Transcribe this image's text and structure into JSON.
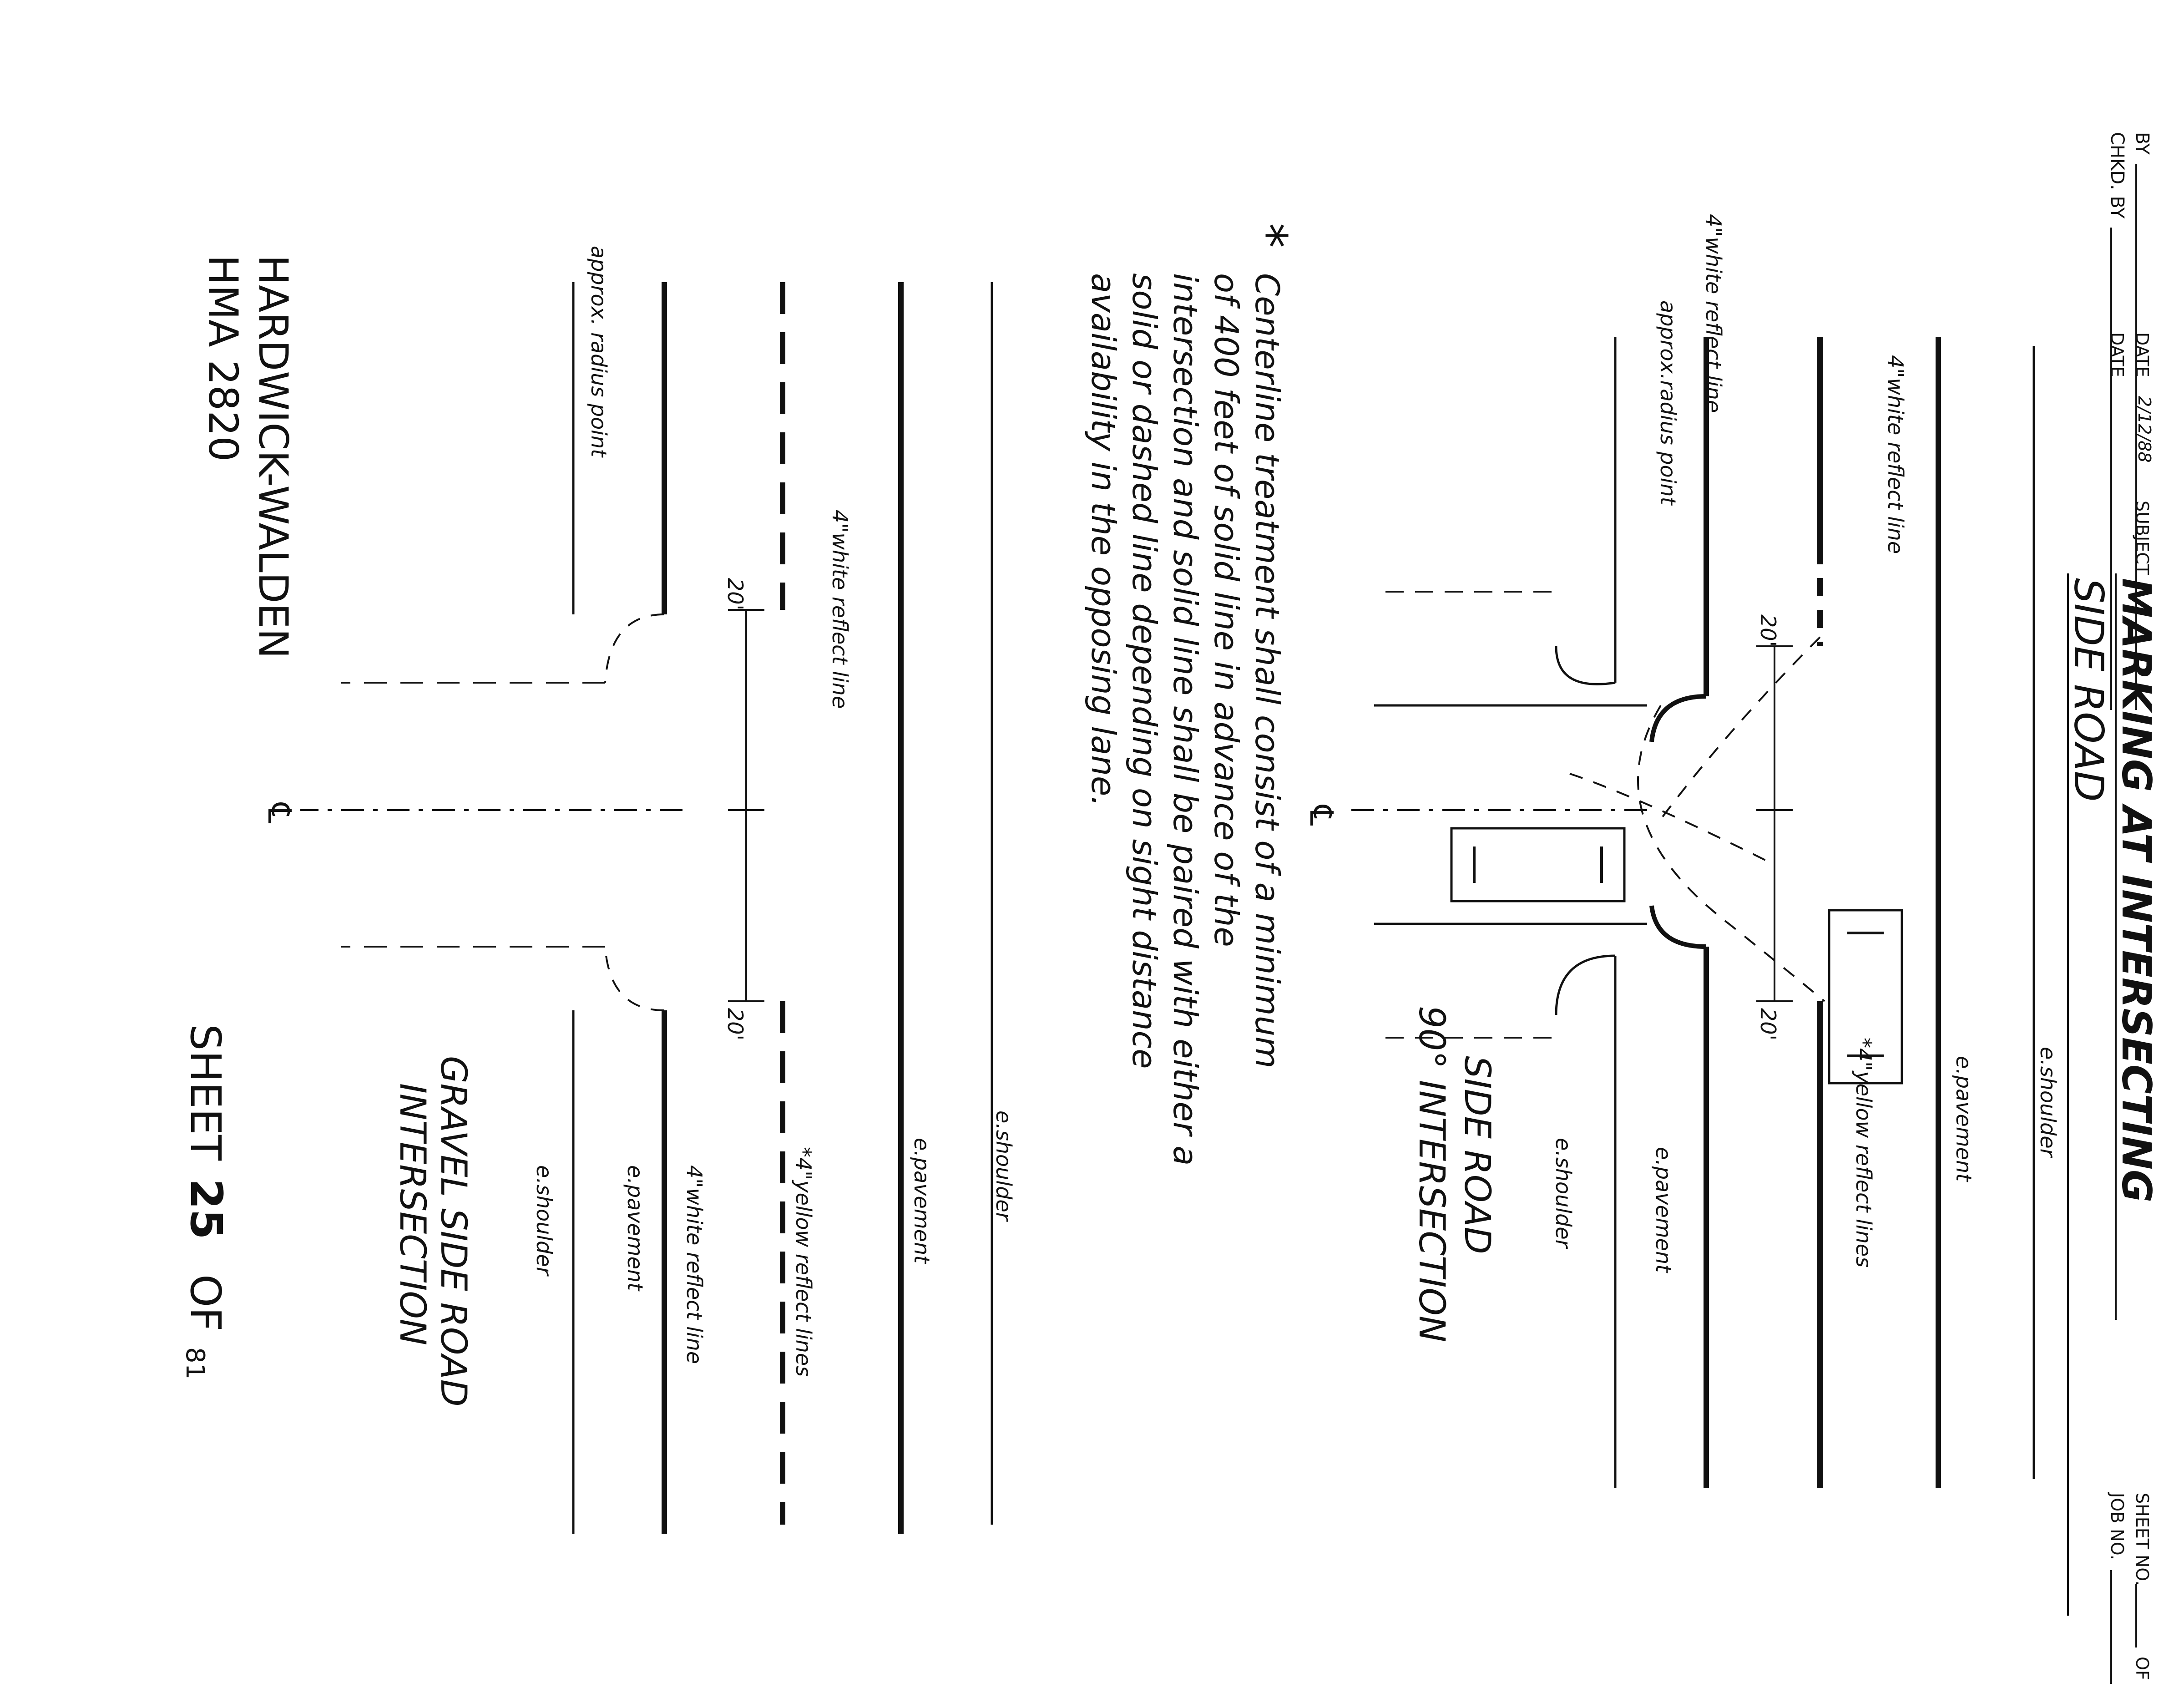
{
  "title_block": {
    "by_label": "BY",
    "chkd_by_label": "CHKD. BY",
    "date_label": "DATE",
    "date_value": "2/12/88",
    "date2_label": "DATE",
    "subject_label": "SUBJECT",
    "subject_line1": "MARKING AT INTERSECTING",
    "subject_line2": "SIDE ROAD",
    "sheet_no_label": "SHEET NO.",
    "of_label": "OF",
    "job_no_label": "JOB NO."
  },
  "upper_diagram": {
    "title_line1": "SIDE ROAD",
    "title_line2": "90° INTERSECTION",
    "labels": {
      "e_shoulder_top": "e.shoulder",
      "e_pavement_top": "e.pavement",
      "white_reflect_line_top": "4\"white reflect line",
      "yellow_reflect_lines": "*4\"yellow reflect lines",
      "white_reflect_line_left": "4\"white reflect line",
      "approx_radius_point": "approx.radius point",
      "e_pavement_bottom": "e.pavement",
      "e_shoulder_bottom": "e.shoulder",
      "dim_left": "20'",
      "dim_right": "20'",
      "centerline": "℄"
    }
  },
  "note": {
    "asterisk": "*",
    "lines": [
      "Centerline treatment shall consist of a minimum",
      "of 400 feet of solid line in advance of the",
      "intersection and solid line shall be paired with either a",
      "solid or dashed line depending on sight distance",
      "availability in the opposing lane."
    ]
  },
  "lower_diagram": {
    "title_line1": "GRAVEL SIDE ROAD",
    "title_line2": "INTERSECTION",
    "labels": {
      "white_reflect_line_top": "4\"white reflect line",
      "e_pavement_top": "e.pavement",
      "e_shoulder_top": "e.shoulder",
      "yellow_reflect_lines": "*4\"yellow reflect lines",
      "approx_radius_point": "approx. radius point",
      "white_reflect_line_bottom": "4\"white reflect line",
      "e_pavement_bottom": "e.pavement",
      "e_shoulder_bottom": "e.shoulder",
      "dim_left": "20'",
      "dim_right": "20'",
      "centerline": "℄"
    }
  },
  "project": {
    "name_line1": "HARDWICK-WALDEN",
    "name_line2": "HMA 2820"
  },
  "sheet_stamp": {
    "prefix": "SHEET",
    "number": "25",
    "of_label": "OF",
    "total": "81"
  }
}
